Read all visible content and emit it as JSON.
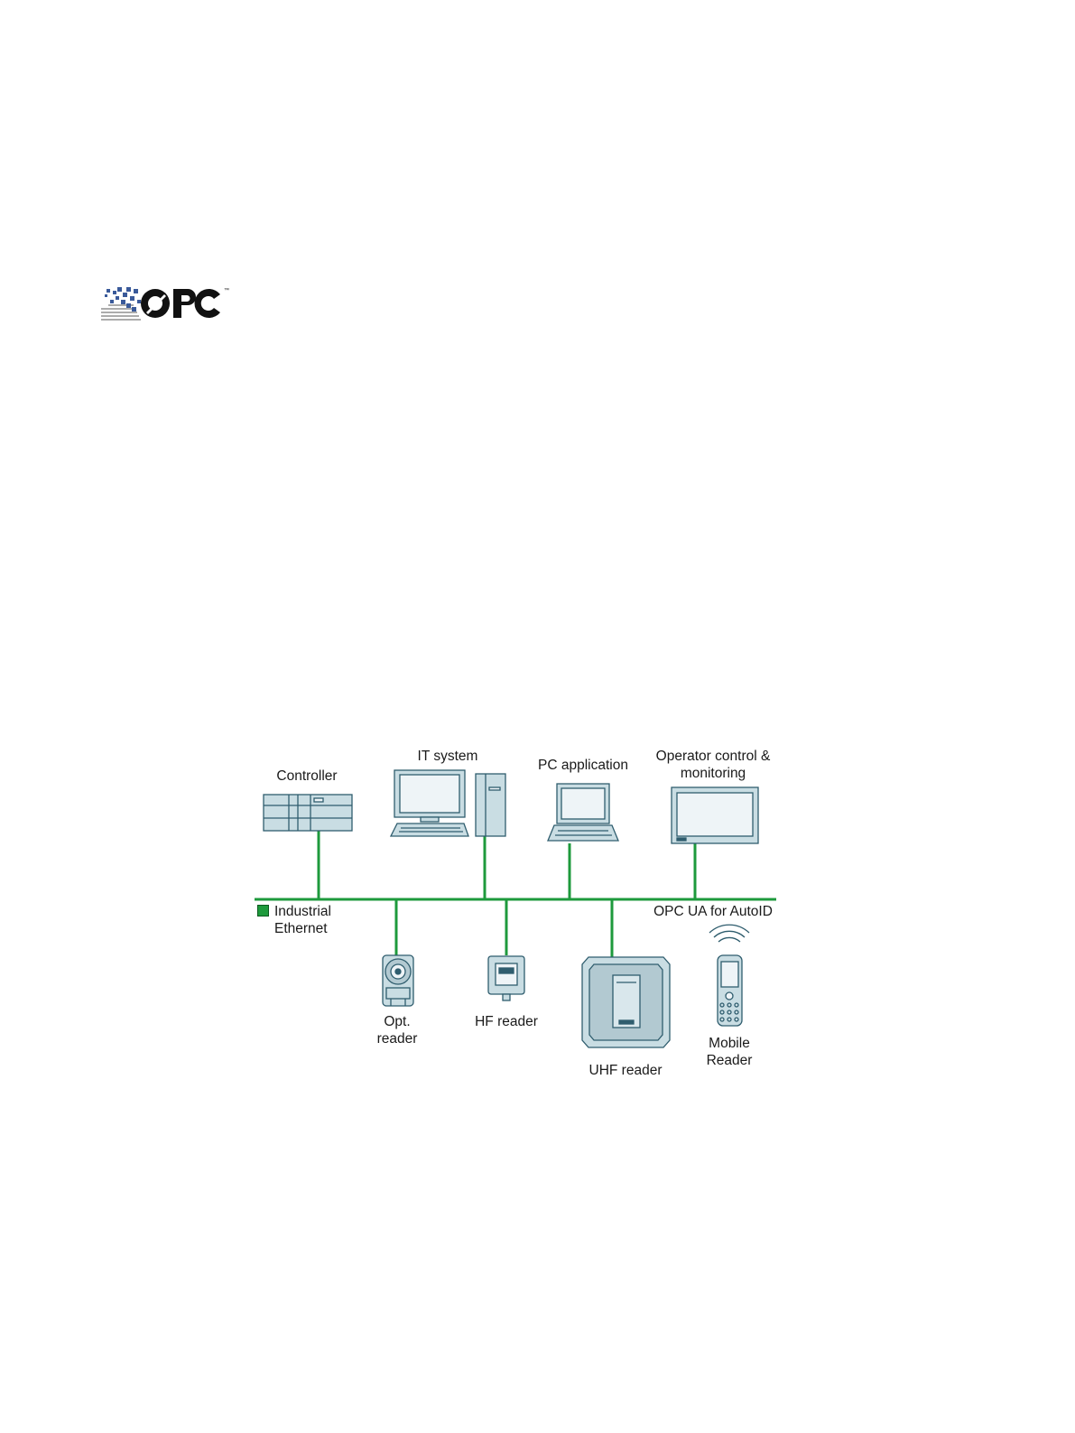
{
  "logo": {
    "text": "OPC",
    "trademark": "™",
    "icon": "opc-foundation-logo"
  },
  "colors": {
    "bus": "#1e9a3c",
    "device_fill": "#c9dde3",
    "device_stroke": "#2f5d6e",
    "screen": "#eef4f7"
  },
  "diagram": {
    "devices_top": [
      {
        "id": "controller",
        "label": "Controller",
        "icon": "plc-controller-icon"
      },
      {
        "id": "it-system",
        "label": "IT system",
        "icon": "desktop-pc-icon"
      },
      {
        "id": "pc-application",
        "label": "PC application",
        "icon": "laptop-icon"
      },
      {
        "id": "operator-panel",
        "label_line1": "Operator control &",
        "label_line2": "monitoring",
        "icon": "hmi-panel-icon"
      }
    ],
    "bus": {
      "legend_line1": "Industrial",
      "legend_line2": "Ethernet",
      "protocol_label": "OPC UA for AutoID"
    },
    "devices_bottom": [
      {
        "id": "optical-reader",
        "label_line1": "Opt.",
        "label_line2": "reader",
        "icon": "optical-reader-icon"
      },
      {
        "id": "hf-reader",
        "label": "HF reader",
        "icon": "hf-reader-icon"
      },
      {
        "id": "uhf-reader",
        "label": "UHF reader",
        "icon": "uhf-reader-icon"
      },
      {
        "id": "mobile-reader",
        "label_line1": "Mobile",
        "label_line2": "Reader",
        "icon": "mobile-reader-icon"
      }
    ]
  }
}
